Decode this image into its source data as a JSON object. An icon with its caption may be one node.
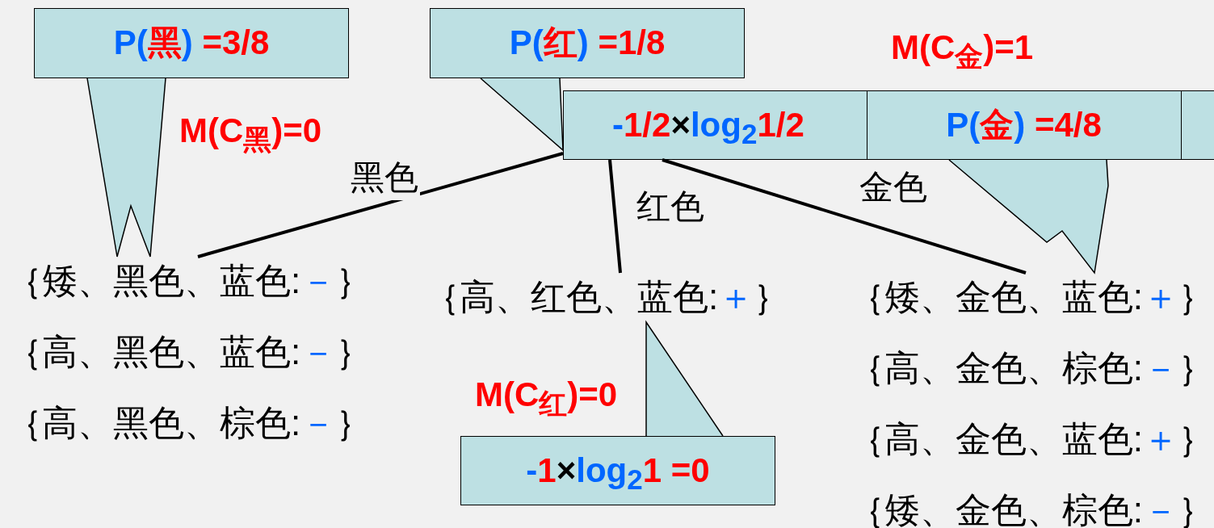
{
  "diagram": {
    "nodes": [
      {
        "text": [
          "P(黑) =3/8"
        ]
      },
      {
        "text": [
          "P(红) =1/8"
        ]
      },
      {
        "text": [
          "-1/2×log$_{2}$1/2"
        ]
      },
      {
        "text": [
          "P(金) =4/8"
        ],
        "in": 2
      },
      {
        "text": [
          "｛矮、黑色、蓝色:－｝",
          "｛高、黑色、蓝色:－｝",
          "｛高、黑色、棕色:－｝"
        ]
      },
      {
        "text": [
          "｛高、红色、蓝色:＋｝"
        ]
      },
      {
        "text": [
          "｛矮、金色、蓝色:＋｝",
          "｛高、金色、棕色:－｝",
          "｛高、金色、蓝色:＋｝",
          "｛矮、金色、棕色:－｝"
        ]
      },
      {
        "text": [
          "-1×log$_{2}$1 =0"
        ]
      }
    ],
    "edges": [
      {
        "from": 2,
        "to": 4,
        "arrow": "none",
        "label": "黑色",
        "style": "thick"
      },
      {
        "from": 2,
        "to": 5,
        "arrow": "none",
        "label": "红色",
        "style": "thick"
      },
      {
        "from": 2,
        "to": 6,
        "arrow": "none",
        "label": "金色",
        "style": "thick"
      },
      {
        "from": 0,
        "to": 4,
        "arrow": "none"
      },
      {
        "from": 1,
        "to": 2,
        "arrow": "none"
      },
      {
        "from": 3,
        "to": 6,
        "arrow": "none"
      },
      {
        "from": 7,
        "to": 5,
        "arrow": "none"
      }
    ],
    "labels": [
      "M(C$_{金}$)=1",
      "M(C$_{黑}$)=0",
      "M(C$_{红}$)=0"
    ]
  }
}
